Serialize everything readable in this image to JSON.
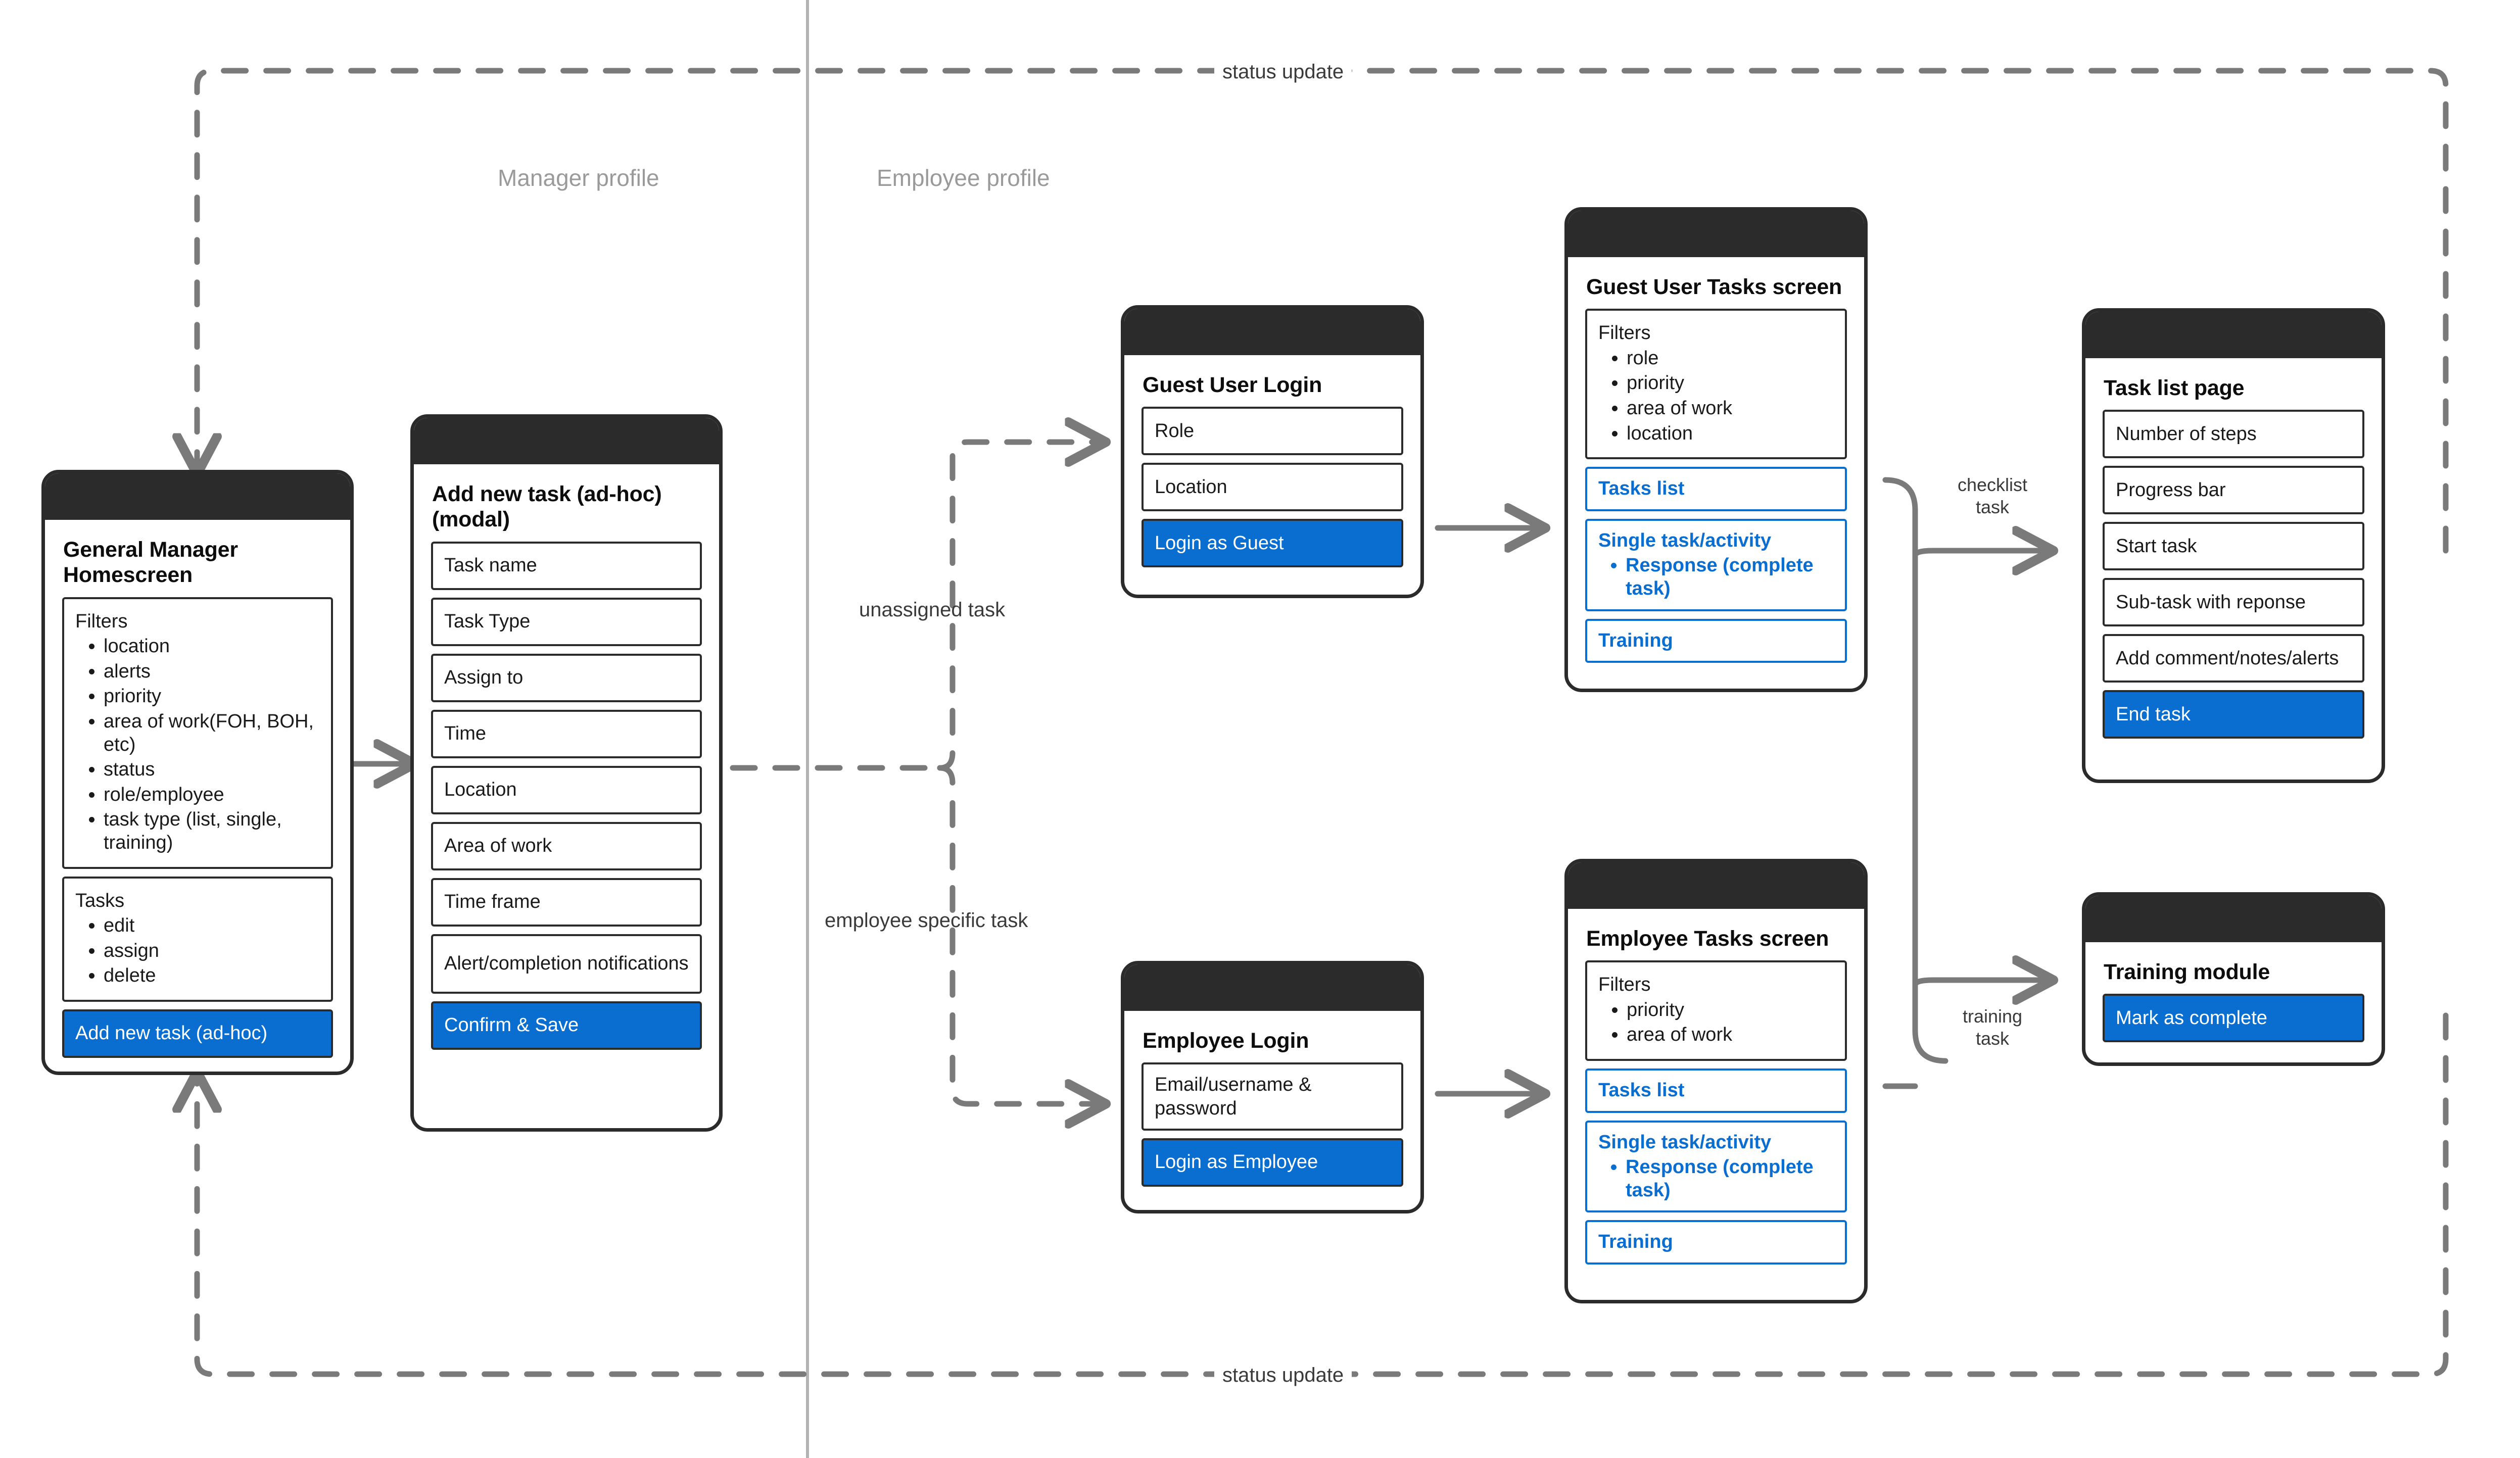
{
  "meta": {
    "accent_blue": "#0a6ed1",
    "card_dark": "#2b2b2b",
    "wire_gray": "#7a7a7a",
    "swimlane_gray": "#9a9a9a"
  },
  "swimlanes": [
    {
      "label": "Manager profile"
    },
    {
      "label": "Employee profile"
    }
  ],
  "flow_labels": {
    "status_update_top": "status update",
    "status_update_bottom": "status update",
    "unassigned_task": "unassigned task",
    "employee_specific_task": "employee specific task",
    "checklist_task": "checklist\ntask",
    "checklist_task_line1": "checklist",
    "checklist_task_line2": "task",
    "training_task_line1": "training",
    "training_task_line2": "task"
  },
  "cards": {
    "gm_home": {
      "title": "General Manager Homescreen",
      "filters": {
        "heading": "Filters",
        "items": [
          "location",
          "alerts",
          "priority",
          "area of work(FOH, BOH, etc)",
          "status",
          "role/employee",
          "task type (list, single, training)"
        ]
      },
      "tasks": {
        "heading": "Tasks",
        "items": [
          "edit",
          "assign",
          "delete"
        ]
      },
      "primary_button": "Add new task (ad-hoc)"
    },
    "add_task_modal": {
      "title": "Add new task (ad-hoc) (modal)",
      "fields": [
        "Task name",
        "Task Type",
        "Assign to",
        "Time",
        "Location",
        "Area  of work",
        "Time frame",
        "Alert/completion notifications"
      ],
      "primary_button": "Confirm & Save"
    },
    "guest_login": {
      "title": "Guest User Login",
      "fields": [
        "Role",
        "Location"
      ],
      "primary_button": "Login as Guest"
    },
    "guest_tasks": {
      "title": "Guest User Tasks screen",
      "filters": {
        "heading": "Filters",
        "items": [
          "role",
          "priority",
          "area of work",
          "location"
        ]
      },
      "panels": [
        {
          "title": "Tasks list",
          "items": []
        },
        {
          "title": "Single task/activity",
          "items": [
            "Response (complete task)"
          ]
        },
        {
          "title": "Training",
          "items": []
        }
      ]
    },
    "task_list_page": {
      "title": "Task list page",
      "fields": [
        "Number of steps",
        "Progress bar",
        "Start task",
        "Sub-task with reponse",
        "Add comment/notes/alerts"
      ],
      "primary_button": "End task"
    },
    "employee_login": {
      "title": "Employee Login",
      "fields": [
        "Email/username & password"
      ],
      "primary_button": "Login as Employee"
    },
    "employee_tasks": {
      "title": "Employee Tasks screen",
      "filters": {
        "heading": "Filters",
        "items": [
          "priority",
          "area of work"
        ]
      },
      "panels": [
        {
          "title": "Tasks list",
          "items": []
        },
        {
          "title": "Single task/activity",
          "items": [
            "Response (complete task)"
          ]
        },
        {
          "title": "Training",
          "items": []
        }
      ]
    },
    "training_module": {
      "title": "Training module",
      "primary_button": "Mark as complete"
    }
  }
}
